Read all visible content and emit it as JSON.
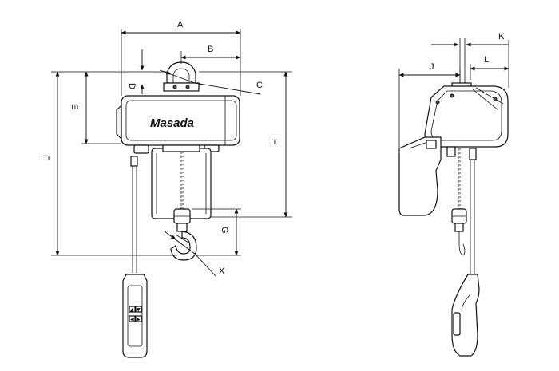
{
  "diagram": {
    "brand": "Masada",
    "dimension_labels": {
      "A": "A",
      "B": "B",
      "C": "C",
      "D": "D",
      "E": "E",
      "F": "F",
      "G": "G",
      "H": "H",
      "X": "X",
      "J": "J",
      "K": "K",
      "L": "L"
    },
    "pendant_buttons": [
      "▲",
      "▼",
      "◀",
      "▶"
    ]
  }
}
